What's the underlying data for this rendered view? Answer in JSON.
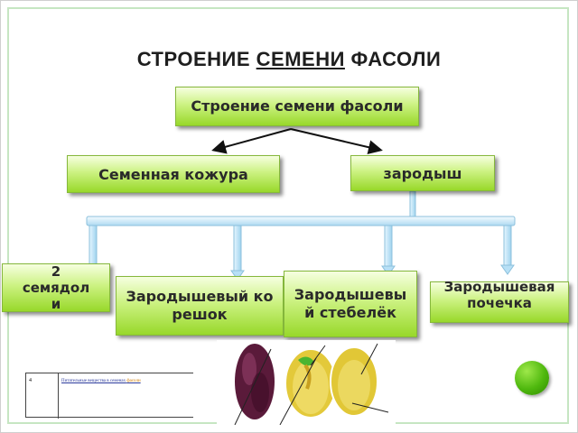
{
  "slide": {
    "title_part1": "СТРОЕНИЕ",
    "title_part2": "СЕМЕНИ",
    "title_part3": "ФАСОЛИ"
  },
  "diagram": {
    "root": "Строение семени фасоли",
    "level1": [
      "Семенная кожура",
      "зародыш"
    ],
    "level2": [
      "2 семядоли",
      "Зародышевый корешок",
      "Зародышевый стебелёк",
      "Зародышевая почечка"
    ]
  },
  "document_snippet": {
    "number": "4",
    "text": "Питательные вещества в семенах",
    "highlight": "фасоли"
  },
  "colors": {
    "node_light": "#f6ffe0",
    "node_dark": "#98d82a",
    "connector": "#cfe9f8",
    "frame": "#c6e6c2"
  }
}
